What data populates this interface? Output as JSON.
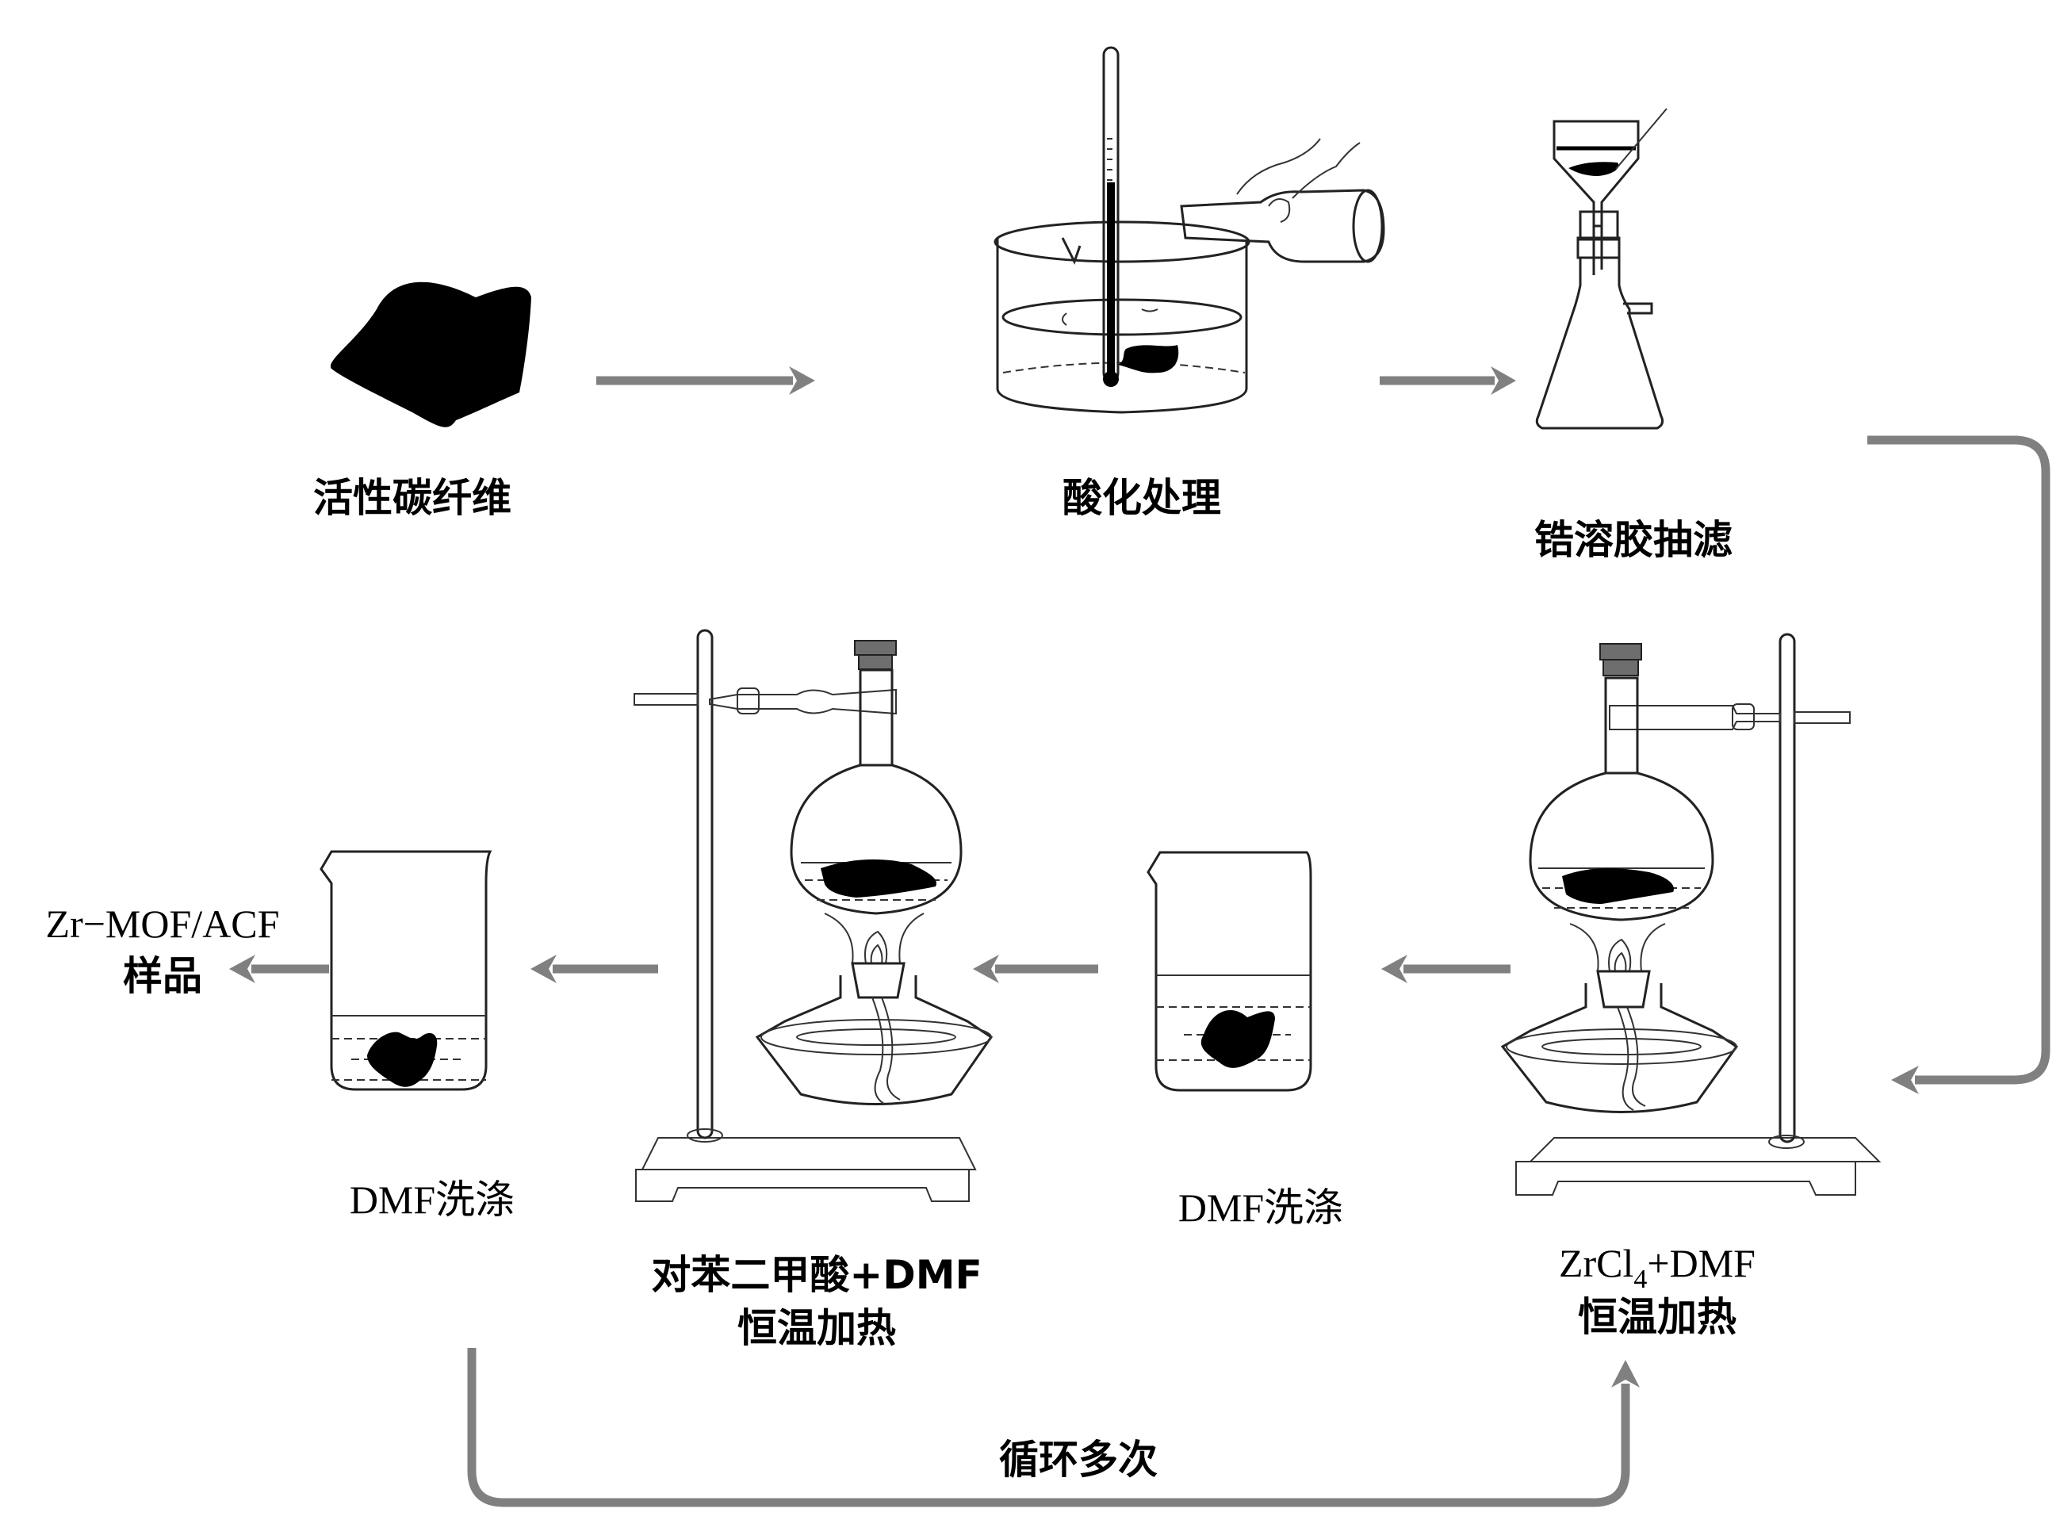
{
  "diagram": {
    "title": "Zr-MOF/ACF preparation process",
    "steps": {
      "raw_material": {
        "label": "活性碳纤维"
      },
      "acidification": {
        "label": "酸化处理"
      },
      "zr_sol_filtration": {
        "label": "锆溶胶抽滤"
      },
      "zrcl4_heating": {
        "label_line1_main": "ZrCl",
        "label_line1_sub": "4",
        "label_line1_rest": "+DMF",
        "label_line2": "恒温加热"
      },
      "dmf_wash_1": {
        "label": "DMF洗涤"
      },
      "bdc_heating": {
        "label_line1": "对苯二甲酸+DMF",
        "label_line2": "恒温加热"
      },
      "dmf_wash_2": {
        "label": "DMF洗涤"
      },
      "product": {
        "label_line1": "Zr−MOF/ACF",
        "label_line2": "样品"
      }
    },
    "cycle": {
      "label": "循环多次"
    },
    "colors": {
      "arrow": "#808080",
      "fiber": "#000000",
      "stopper": "#6e6e6e"
    }
  }
}
